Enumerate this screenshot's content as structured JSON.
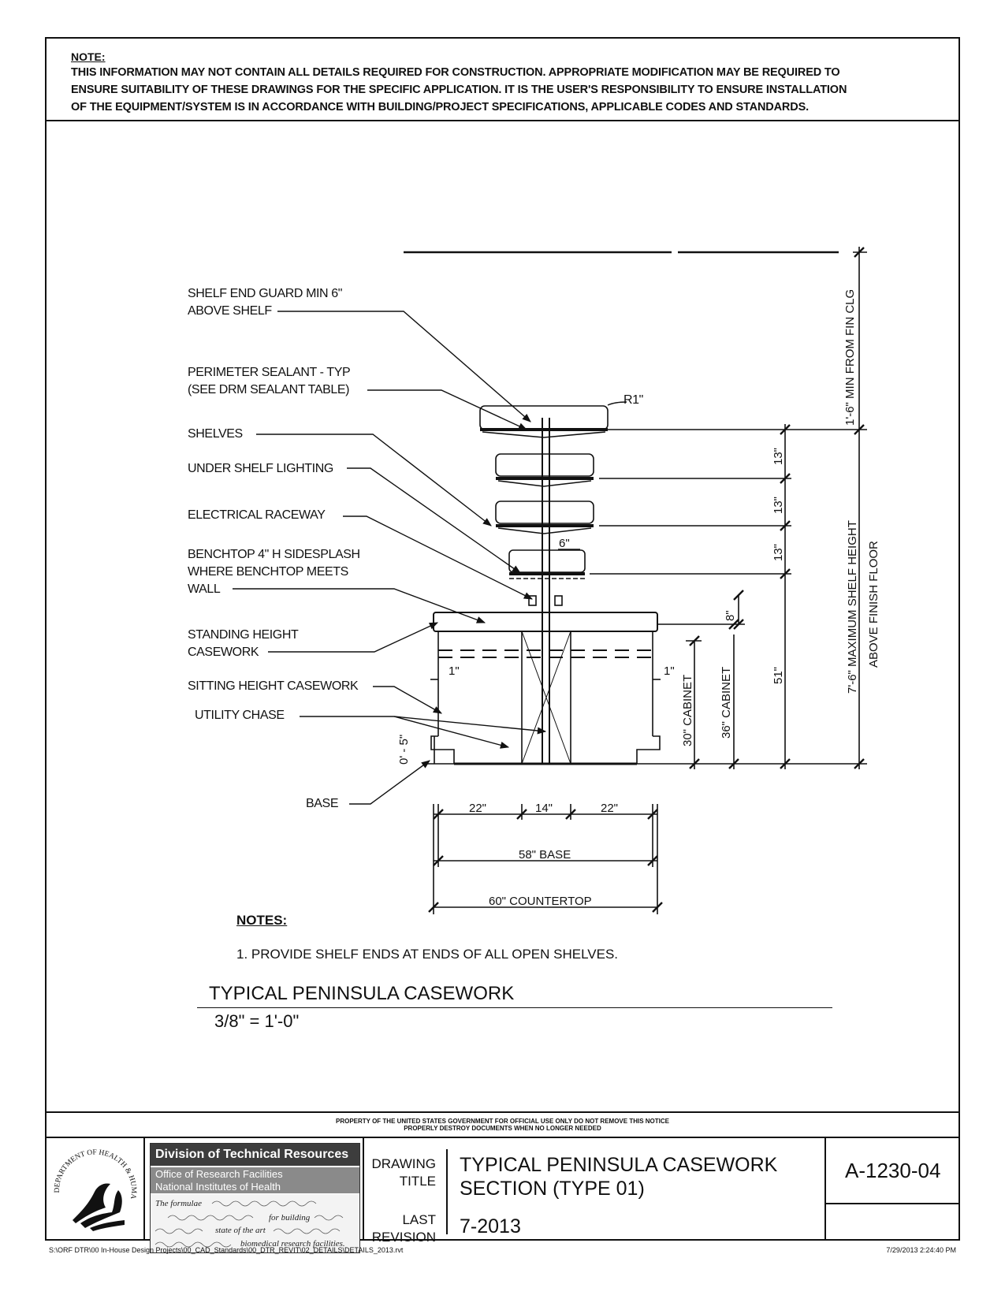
{
  "note": {
    "heading": "NOTE:",
    "lines": [
      "THIS INFORMATION MAY NOT CONTAIN ALL DETAILS REQUIRED FOR CONSTRUCTION.  APPROPRIATE MODIFICATION MAY BE REQUIRED TO",
      "ENSURE SUITABILITY OF THESE DRAWINGS FOR THE SPECIFIC APPLICATION.  IT IS THE USER'S RESPONSIBILITY TO ENSURE INSTALLATION",
      "OF THE EQUIPMENT/SYSTEM IS IN ACCORDANCE WITH BUILDING/PROJECT SPECIFICATIONS, APPLICABLE CODES AND STANDARDS."
    ]
  },
  "labels": {
    "shelf_end_guard_1": "SHELF END GUARD MIN 6\"",
    "shelf_end_guard_2": "ABOVE SHELF",
    "perimeter_sealant_1": "PERIMETER SEALANT - TYP",
    "perimeter_sealant_2": "(SEE DRM SEALANT TABLE)",
    "shelves": "SHELVES",
    "under_shelf_lighting": "UNDER SHELF LIGHTING",
    "electrical_raceway": "ELECTRICAL RACEWAY",
    "benchtop_1": "BENCHTOP 4\" H SIDESPLASH",
    "benchtop_2": "WHERE BENCHTOP MEETS",
    "benchtop_3": "WALL",
    "standing_1": "STANDING HEIGHT",
    "standing_2": "CASEWORK",
    "sitting": "SITTING HEIGHT CASEWORK",
    "utility_chase": "UTILITY CHASE",
    "base": "BASE",
    "radius": "R1\""
  },
  "dimensions": {
    "ceiling": "1'-6\" MIN FROM FIN CLG",
    "shelf_spacing": "13\"",
    "max_shelf_1": "7'-6\" MAXIMUM SHELF HEIGHT",
    "max_shelf_2": "ABOVE FINISH FLOOR",
    "h51": "51\"",
    "h8": "8\"",
    "cab36": "36\" CABINET",
    "cab30": "30\" CABINET",
    "one_left": "1\"",
    "one_right": "1\"",
    "six": "6\"",
    "zero_five": "0' - 5\"",
    "w22a": "22\"",
    "w14": "14\"",
    "w22b": "22\"",
    "base58": "58\" BASE",
    "counter60": "60\" COUNTERTOP"
  },
  "notes": {
    "title": "NOTES:",
    "item1": "1.  PROVIDE SHELF ENDS AT ENDS OF ALL OPEN SHELVES."
  },
  "drawing_title": {
    "main": "TYPICAL PENINSULA CASEWORK",
    "scale": "3/8\" = 1'-0\""
  },
  "property_notice": {
    "line1": "PROPERTY OF THE UNITED STATES GOVERNMENT FOR OFFICIAL USE ONLY DO NOT REMOVE THIS NOTICE",
    "line2": "PROPERLY DESTROY DOCUMENTS WHEN NO LONGER NEEDED"
  },
  "title_block": {
    "seal_text": "DEPARTMENT OF HEALTH & HUMAN SERVICES · USA",
    "division": "Division of Technical Resources",
    "office": "Office of Research Facilities",
    "institute": "National Institutes of Health",
    "formula_1": "The formulae",
    "formula_2": "for building",
    "formula_3": "state of the art",
    "formula_4": "biomedical research facilities.",
    "drawing_label_1": "DRAWING",
    "drawing_label_2": "TITLE",
    "title_line_1": "TYPICAL PENINSULA CASEWORK",
    "title_line_2": "SECTION   (TYPE 01)",
    "revision_label_1": "LAST",
    "revision_label_2": "REVISION",
    "revision": "7-2013",
    "sheet_number": "A-1230-04"
  },
  "footer": {
    "path": "S:\\ORF DTR\\00 In-House Design Projects\\00_CAD_Standards\\00_DTR_REVIT\\02_DETAILS\\DETAILS_2013.rvt",
    "timestamp": "7/29/2013 2:24:40 PM"
  }
}
